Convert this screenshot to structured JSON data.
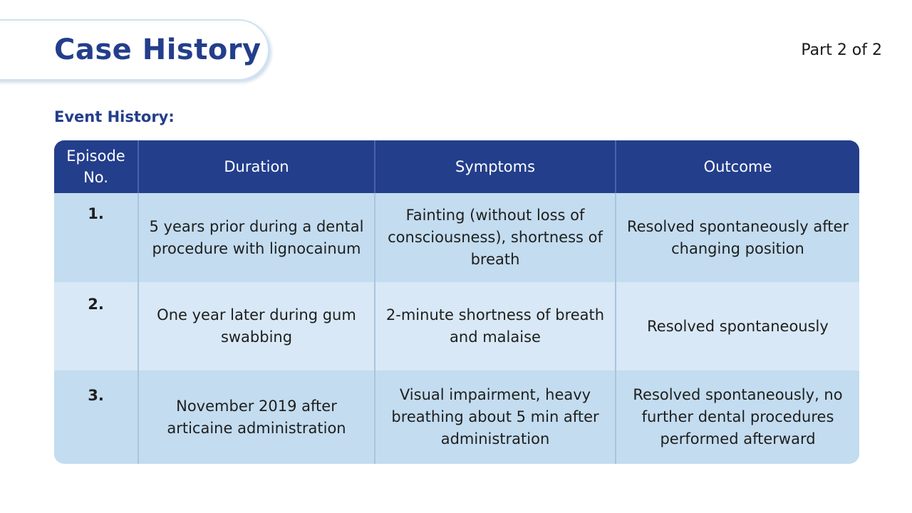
{
  "header": {
    "title": "Case History",
    "part_label": "Part 2 of 2"
  },
  "section": {
    "heading": "Event History:"
  },
  "table": {
    "columns": {
      "episode": "Episode No.",
      "duration": "Duration",
      "symptoms": "Symptoms",
      "outcome": "Outcome"
    },
    "rows": [
      {
        "episode": "1.",
        "duration": "5 years prior during a dental procedure with lignocainum",
        "symptoms": "Fainting (without loss of consciousness), shortness of breath",
        "outcome": "Resolved spontaneously after changing position"
      },
      {
        "episode": "2.",
        "duration": "One year later during gum swabbing",
        "symptoms": "2-minute shortness of breath and malaise",
        "outcome": "Resolved spontaneously"
      },
      {
        "episode": "3.",
        "duration": "November 2019 after articaine administration",
        "symptoms": "Visual impairment, heavy breathing about 5 min after administration",
        "outcome": "Resolved spontaneously, no further dental procedures performed afterward"
      }
    ]
  },
  "colors": {
    "header_blue": "#233e8b",
    "row_light_blue": "#c3dcef",
    "row_pale_blue": "#d8e8f6"
  }
}
